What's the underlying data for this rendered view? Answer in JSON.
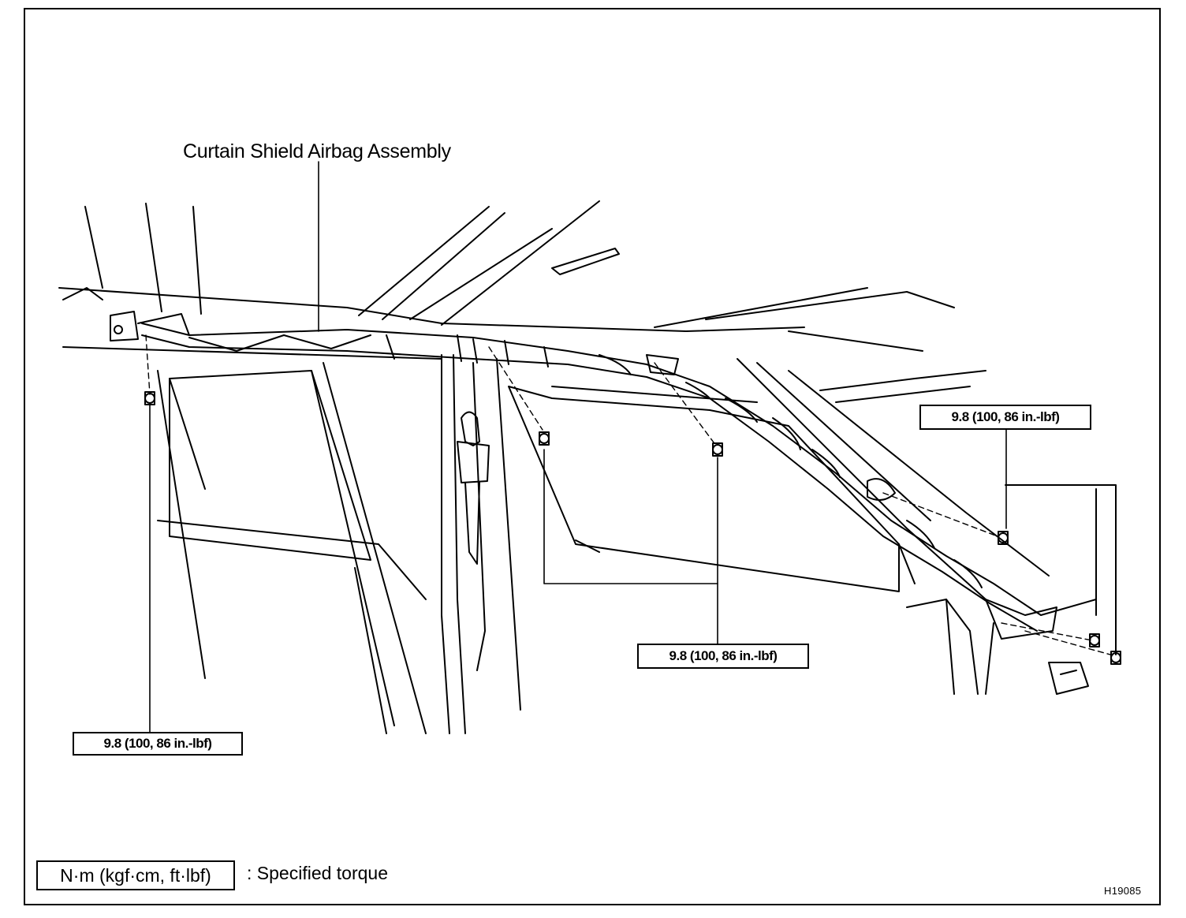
{
  "diagram": {
    "component_label": "Curtain Shield Airbag Assembly",
    "torque_callouts": [
      {
        "id": "front-pillar-bolt",
        "text": "9.8 (100, 86 in.-lbf)"
      },
      {
        "id": "center-roof-bolts",
        "text": "9.8 (100, 86 in.-lbf)"
      },
      {
        "id": "rear-pillar-bolts",
        "text": "9.8 (100, 86 in.-lbf)"
      }
    ],
    "legend": {
      "unit_text": "N·m (kgf·cm, ft·lbf)",
      "description": ": Specified torque"
    },
    "figure_id": "H19085"
  }
}
